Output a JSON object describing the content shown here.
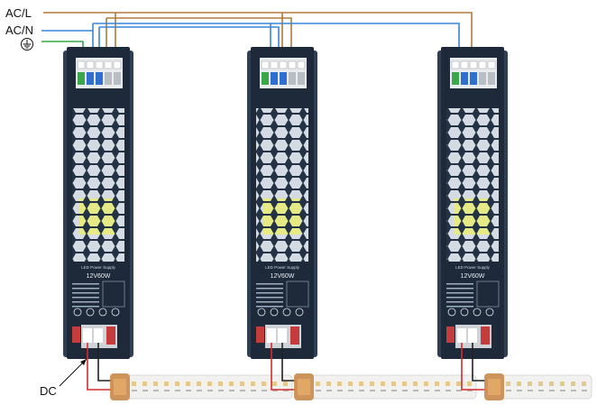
{
  "labels": {
    "ac_live": "AC/L",
    "ac_neutral": "AC/N",
    "dc": "DC"
  },
  "driver": {
    "model": "12V60W",
    "brand_text": "LED Power Supply",
    "count": 3
  },
  "colors": {
    "live_wire": "#b07a3a",
    "neutral_wire": "#3a86d8",
    "earth_wire": "#35a845",
    "dc_positive": "#d62b2b",
    "dc_negative": "#222222",
    "driver_body": "#1e2a3a",
    "driver_edge": "#2f3e52",
    "honeycomb_window": "#d5dbe3",
    "yellow_cells": "#e8ec7a",
    "terminal_green": "#3aa84a",
    "terminal_blue": "#2f6fd0",
    "terminal_grey": "#b9bec4",
    "led_strip": "#f1f1ef",
    "led_chip": "#e6c98a",
    "connector": "#c98a4a"
  },
  "icons": {
    "earth": "earth-ground-icon"
  }
}
